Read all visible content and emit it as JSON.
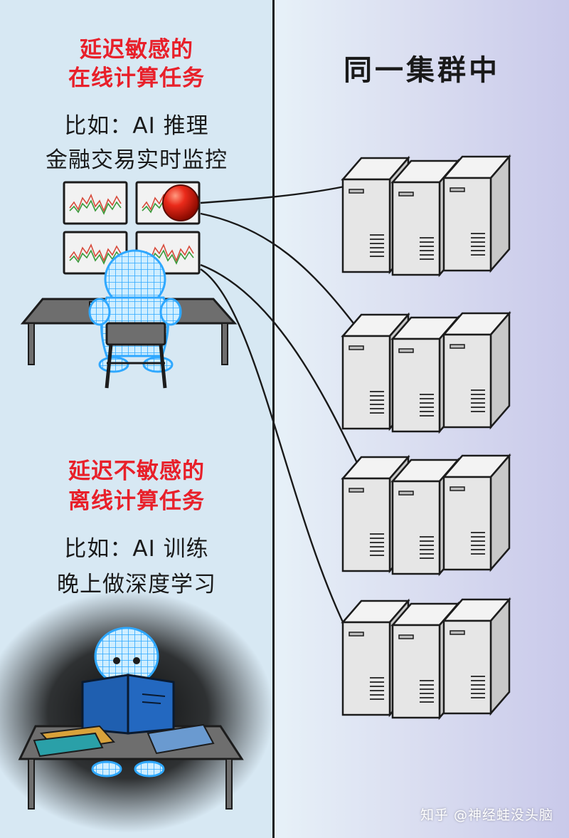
{
  "online_task": {
    "title_line1": "延迟敏感的",
    "title_line2": "在线计算任务",
    "example_line1": "比如：AI 推理",
    "example_line2": "金融交易实时监控"
  },
  "offline_task": {
    "title_line1": "延迟不敏感的",
    "title_line2": "离线计算任务",
    "example_line1": "比如：AI 训练",
    "example_line2": "晚上做深度学习"
  },
  "cluster": {
    "label": "同一集群中",
    "rack_count": 4,
    "servers_per_rack": 3
  },
  "watermark": "知乎 @神经蛙没头脑",
  "colors": {
    "highlight_red": "#e8202a",
    "left_bg": "#d7e8f3",
    "right_bg_end": "#c9c9ea",
    "robot_blue": "#2fa8ff",
    "book_blue": "#1f5fb0",
    "alert_ball": "#e52a1a"
  },
  "icons": [
    "stock-monitor-icon",
    "alert-ball-icon",
    "robot-icon",
    "desk-icon",
    "chair-icon",
    "book-icon",
    "server-icon",
    "network-cable-icon"
  ]
}
